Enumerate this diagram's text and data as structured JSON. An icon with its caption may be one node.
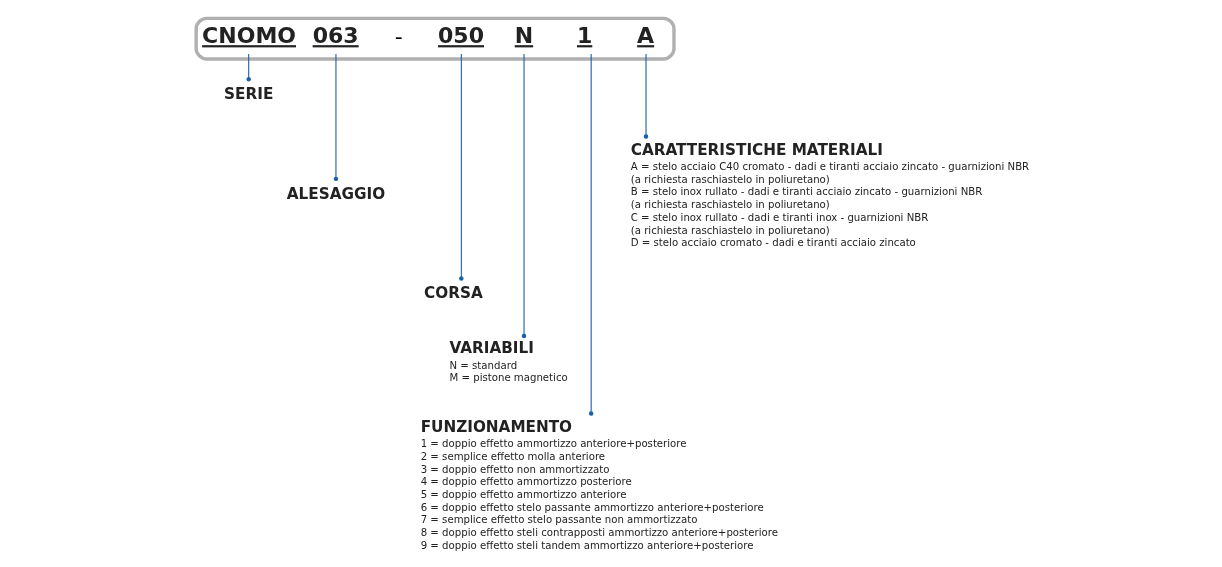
{
  "diagram": {
    "nodes": [
      {
        "text": [],
        "shape": "box"
      },
      {
        "text": [
          "CNOMO"
        ],
        "in": 0
      },
      {
        "text": [
          "063"
        ],
        "in": 0
      },
      {
        "text": [
          "050"
        ],
        "in": 0
      },
      {
        "text": [
          "N"
        ],
        "in": 0
      },
      {
        "text": [
          "1"
        ],
        "in": 0
      },
      {
        "text": [
          "A"
        ],
        "in": 0
      },
      {
        "text": [
          "SERIE"
        ]
      },
      {
        "text": [
          "ALESAGGIO"
        ]
      },
      {
        "text": [
          "CORSA"
        ]
      },
      {
        "text": [
          "VARIABILI",
          "N = standard",
          "M = pistone magnetico"
        ]
      },
      {
        "text": [
          "FUNZIONAMENTO",
          "1 = doppio effetto ammortizzo anteriore+posteriore",
          "2 = semplice effetto molla anteriore",
          "3 = doppio effetto non ammortizzato",
          "4 = doppio effetto ammortizzo posteriore",
          "5 = doppio effetto ammortizzo anteriore",
          "6 = doppio effetto stelo passante ammortizzo anteriore+posteriore",
          "7 = semplice effetto stelo passante non ammortizzato",
          "8 = doppio effetto steli contrapposti ammortizzo anteriore+posteriore",
          "9 = doppio effetto steli tandem ammortizzo anteriore+posteriore"
        ]
      },
      {
        "text": [
          "CARATTERISTICHE MATERIALI",
          "A = stelo acciaio C40 cromato - dadi e tiranti acciaio zincato - guarnizioni NBR",
          "(a richiesta raschiastelo in poliuretano)",
          "B = stelo inox rullato - dadi e tiranti acciaio zincato - guarnizioni NBR",
          "(a richiesta raschiastelo in poliuretano)",
          "C = stelo inox rullato - dadi e tiranti inox - guarnizioni NBR",
          "(a richiesta raschiastelo in poliuretano)",
          "D = stelo acciaio cromato - dadi e tiranti acciaio zincato"
        ]
      }
    ],
    "edges": [
      {
        "from": 1,
        "to": 7,
        "arrow": "other"
      },
      {
        "from": 2,
        "to": 8,
        "arrow": "other"
      },
      {
        "from": 3,
        "to": 9,
        "arrow": "other"
      },
      {
        "from": 4,
        "to": 10,
        "arrow": "other"
      },
      {
        "from": 5,
        "to": 11,
        "arrow": "other"
      },
      {
        "from": 6,
        "to": 12,
        "arrow": "other"
      }
    ],
    "labels": [
      "-"
    ]
  }
}
